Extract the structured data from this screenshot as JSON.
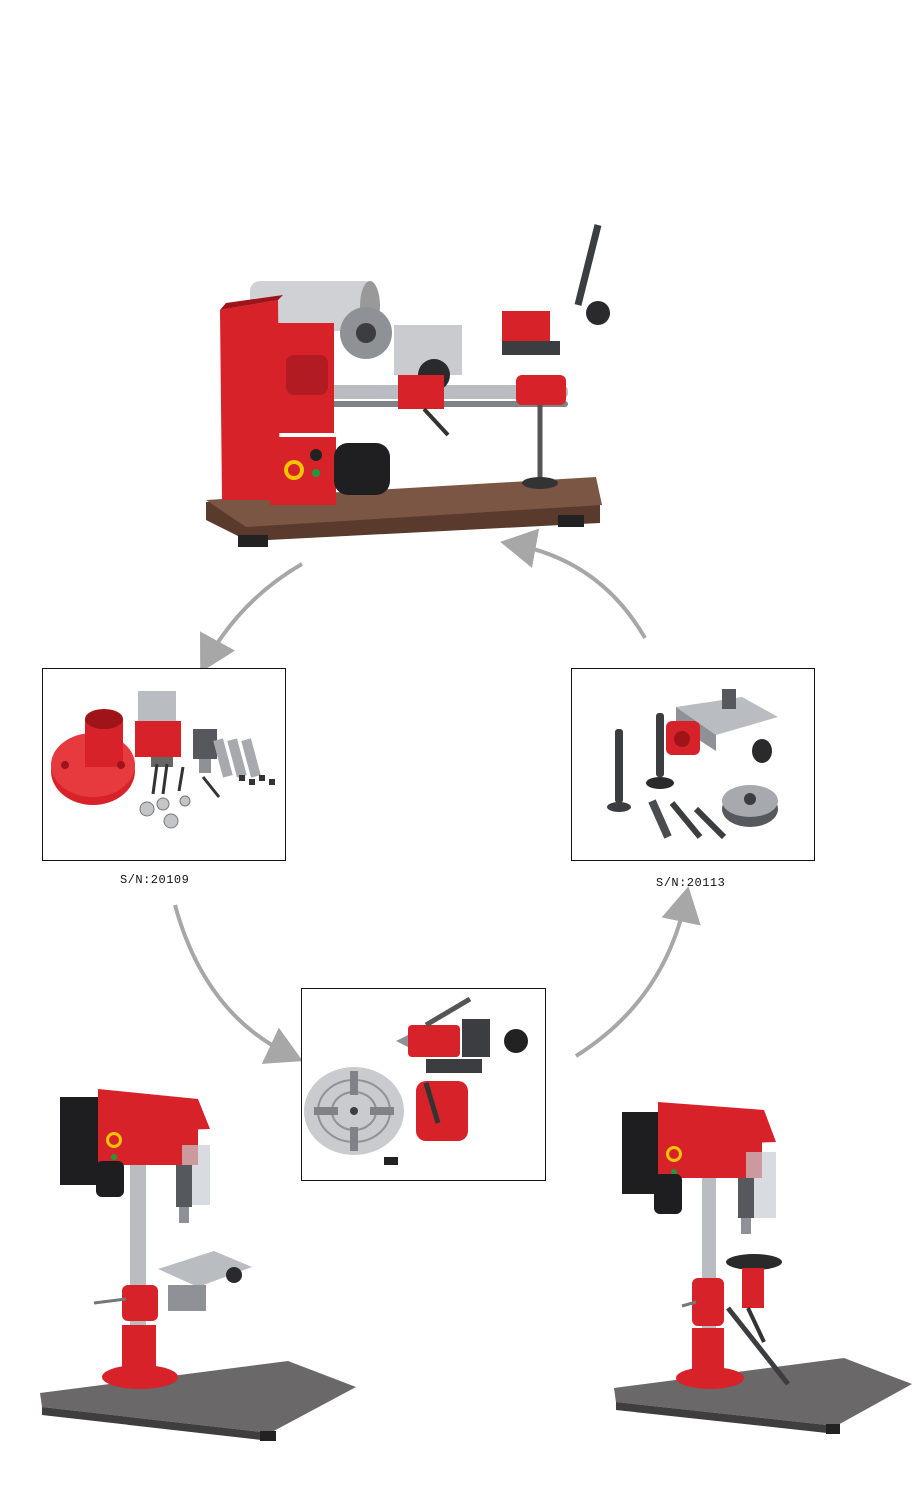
{
  "colors": {
    "machine_red": "#d8222a",
    "dark_red": "#9e1418",
    "steel": "#b9bcc0",
    "dark_steel": "#3b3d40",
    "wood_base": "#5a3a2c",
    "grey_base": "#6a6868",
    "arrow_grey": "#a7a7a7",
    "frame_border": "#111111"
  },
  "labels": {
    "sn_left": "S/N:20109",
    "sn_right": "S/N:20113"
  },
  "items": {
    "lathe": "main-lathe-image",
    "kit_left": "accessory-kit-left-image",
    "kit_right": "accessory-kit-right-image",
    "kit_center": "accessory-kit-center-image",
    "drill_left": "drill-press-left-image",
    "drill_right": "drill-press-right-image"
  }
}
